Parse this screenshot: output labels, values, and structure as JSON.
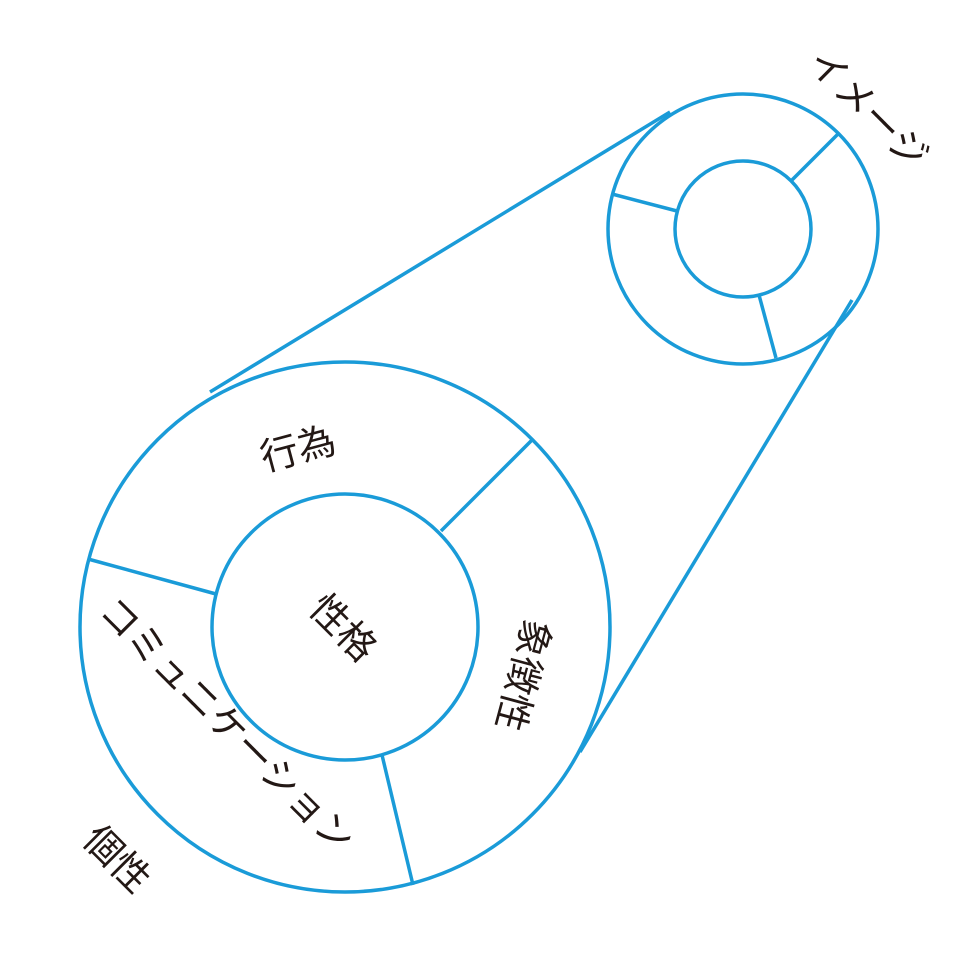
{
  "diagram": {
    "line_color": "#1a9bd8",
    "text_color": "#231815",
    "outer_labels": {
      "individuality": "個性",
      "image": "イメージ"
    },
    "large_circle": {
      "core": "性格",
      "segments": {
        "behavior": "行為",
        "symbolism": "象徴性",
        "communication": "コミュニケーション"
      }
    }
  }
}
